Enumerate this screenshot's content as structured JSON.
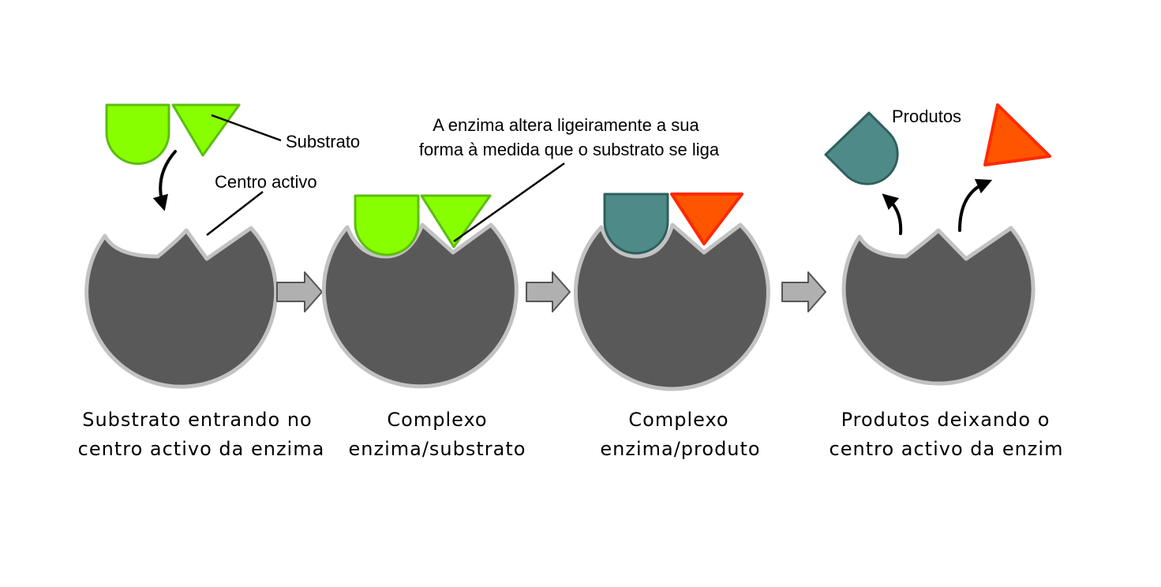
{
  "labels": {
    "substrato": "Substrato",
    "centro_activo": "Centro activo",
    "note_line1": "A enzima altera ligeiramente a sua",
    "note_line2": "forma à medida que o substrato se liga",
    "produtos": "Produtos"
  },
  "steps": [
    {
      "line1": "Substrato entrando no",
      "line2": "centro activo da enzima"
    },
    {
      "line1": "Complexo",
      "line2": "enzima/substrato"
    },
    {
      "line1": "Complexo",
      "line2": "enzima/produto"
    },
    {
      "line1": "Produtos deixando o",
      "line2": "centro activo da enzim"
    }
  ],
  "colors": {
    "enzyme": "#595959",
    "substrate": "#88ff00",
    "product_teal": "#4e8a88",
    "product_orange": "#ff5500"
  }
}
